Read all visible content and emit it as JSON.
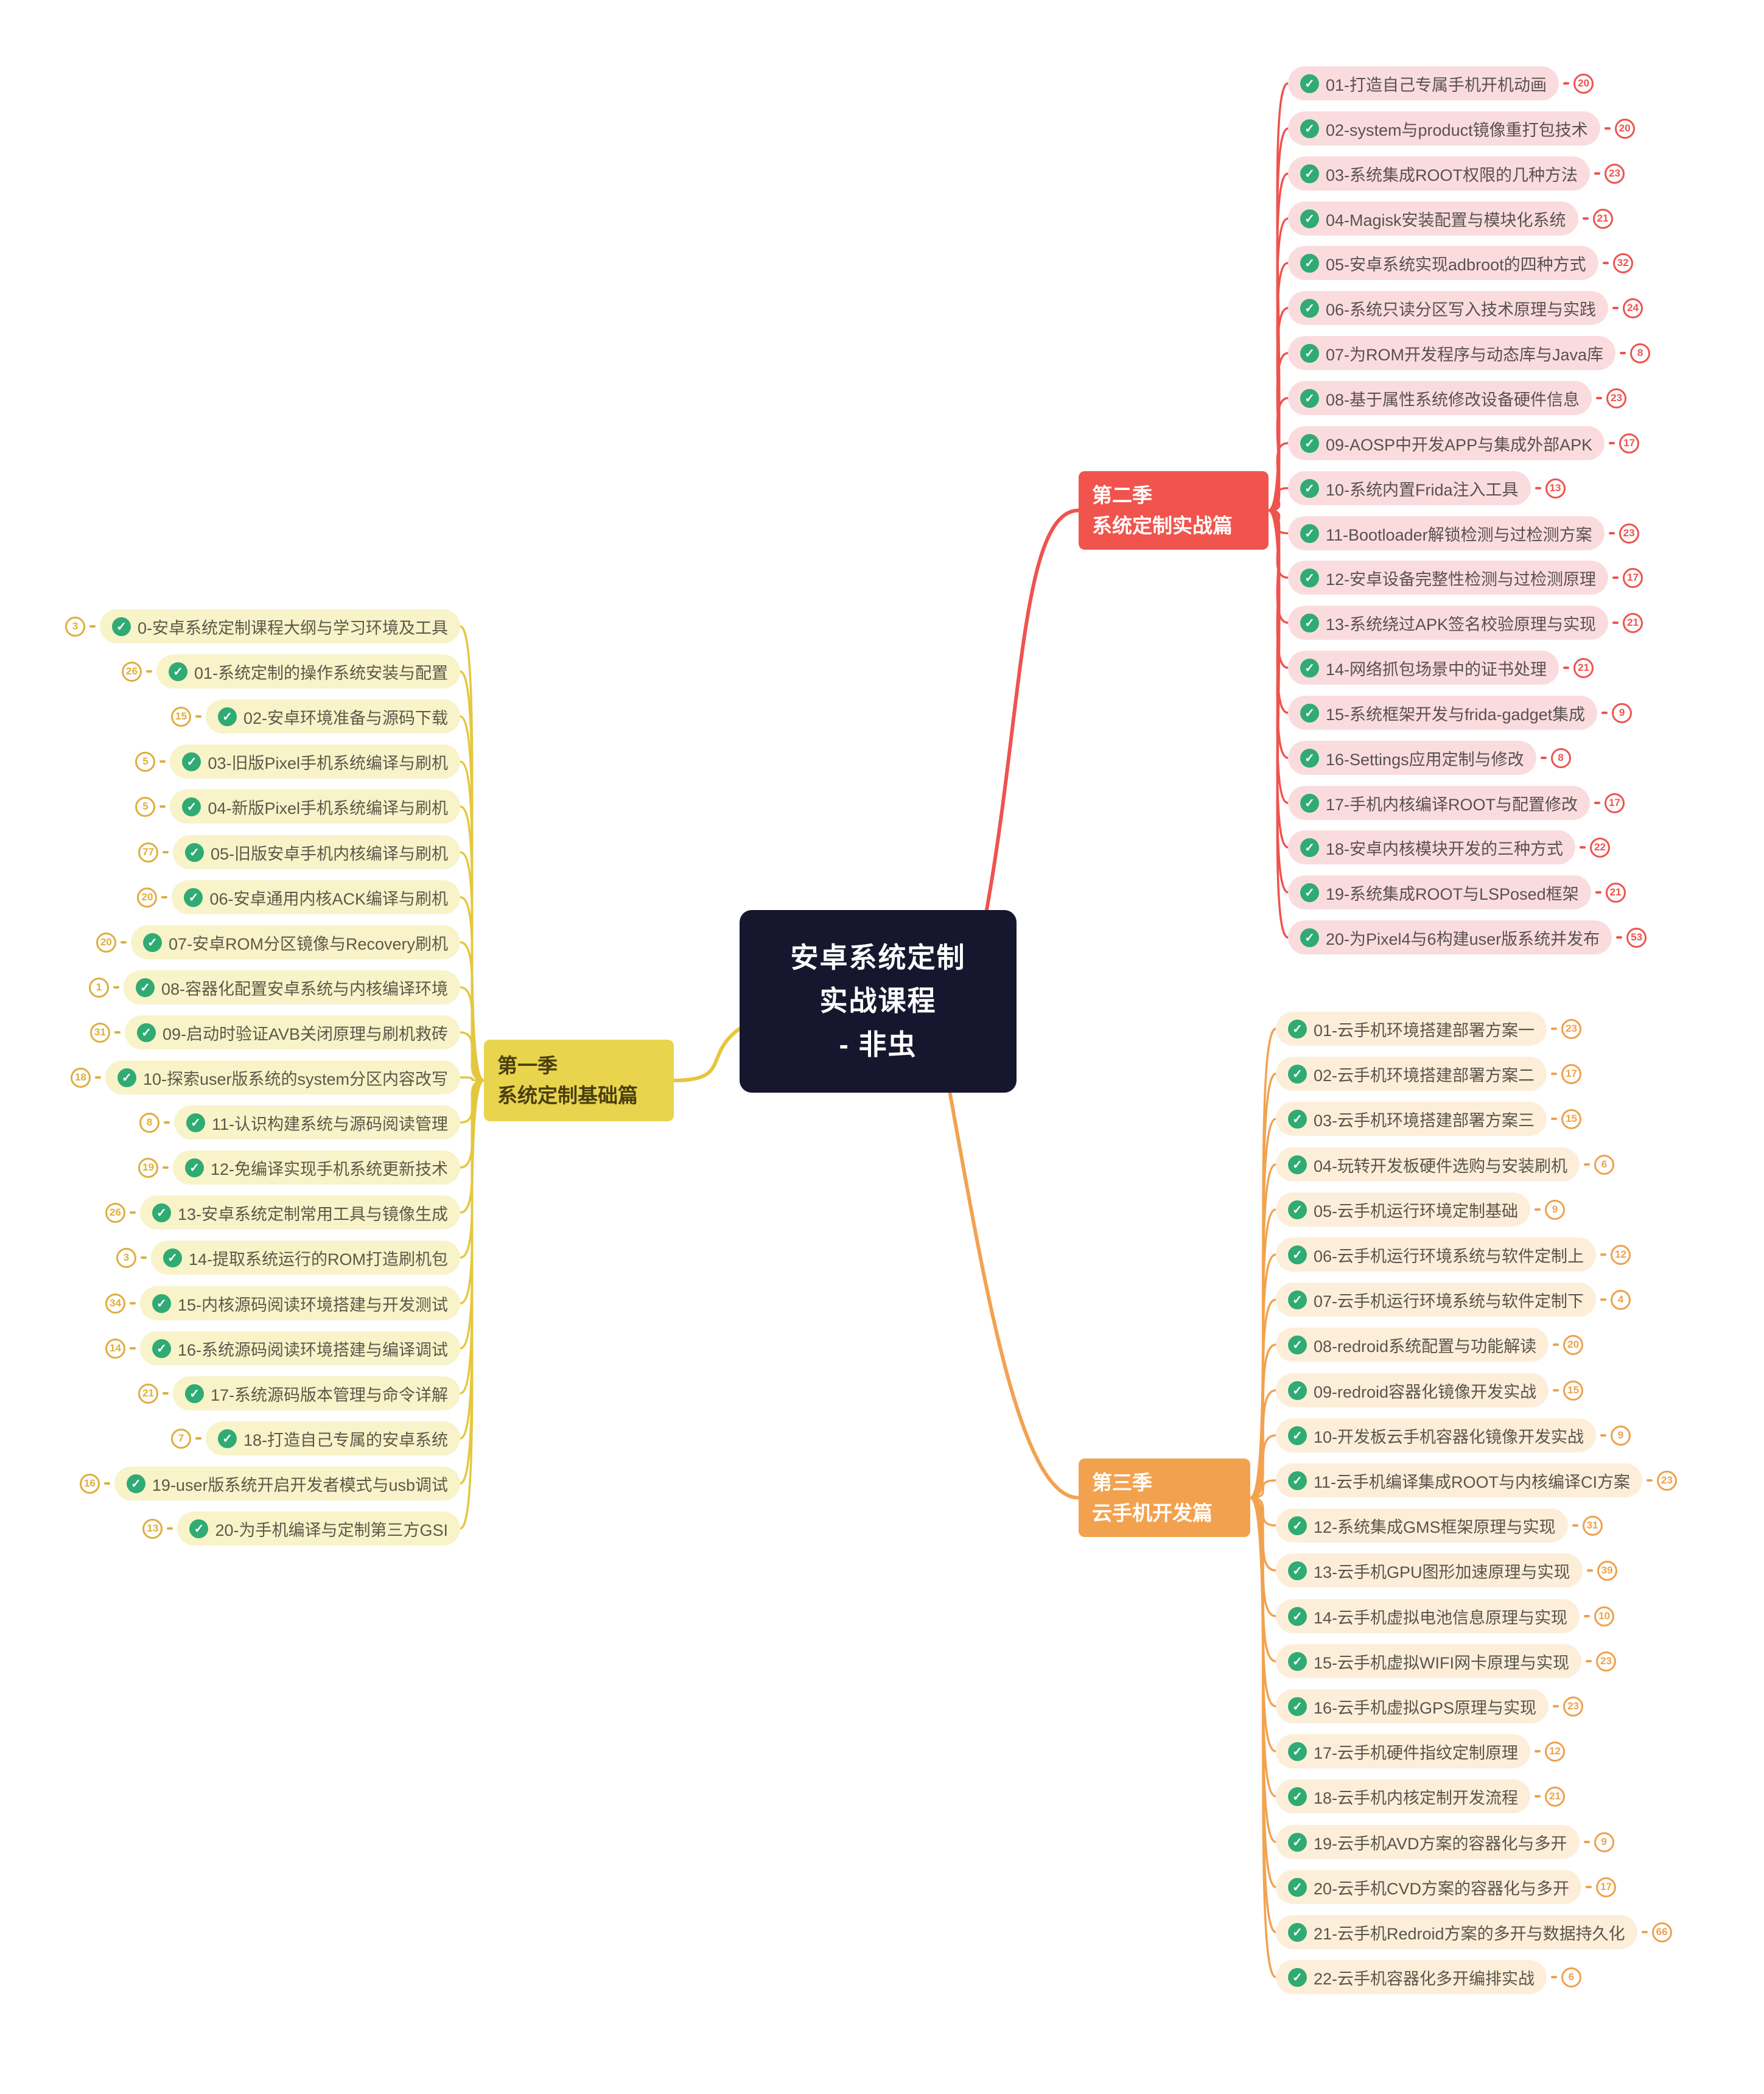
{
  "background": "#ffffff",
  "icons": {
    "check_glyph": "✓",
    "check_color": "#2fab73"
  },
  "center": {
    "title_lines": [
      "安卓系统定制",
      "实战课程",
      "- 非虫"
    ],
    "bg": "#16172e",
    "text_color": "#ffffff"
  },
  "branches": [
    {
      "id": "season1",
      "label_lines": [
        "第一季",
        "系统定制基础篇"
      ],
      "accent": "#e5c73e",
      "label_bg": "#e8d44d",
      "label_text": "#4a3f10",
      "item_bg": "#f8f3c8",
      "item_text": "#5c584a",
      "badge_color": "#dfae3c",
      "items": [
        {
          "text": "0-安卓系统定制课程大纲与学习环境及工具",
          "count": "3"
        },
        {
          "text": "01-系统定制的操作系统安装与配置",
          "count": "26"
        },
        {
          "text": "02-安卓环境准备与源码下载",
          "count": "15"
        },
        {
          "text": "03-旧版Pixel手机系统编译与刷机",
          "count": "5"
        },
        {
          "text": "04-新版Pixel手机系统编译与刷机",
          "count": "5"
        },
        {
          "text": "05-旧版安卓手机内核编译与刷机",
          "count": "77"
        },
        {
          "text": "06-安卓通用内核ACK编译与刷机",
          "count": "20"
        },
        {
          "text": "07-安卓ROM分区镜像与Recovery刷机",
          "count": "20"
        },
        {
          "text": "08-容器化配置安卓系统与内核编译环境",
          "count": "1"
        },
        {
          "text": "09-启动时验证AVB关闭原理与刷机救砖",
          "count": "31"
        },
        {
          "text": "10-探索user版系统的system分区内容改写",
          "count": "18"
        },
        {
          "text": "11-认识构建系统与源码阅读管理",
          "count": "8"
        },
        {
          "text": "12-免编译实现手机系统更新技术",
          "count": "19"
        },
        {
          "text": "13-安卓系统定制常用工具与镜像生成",
          "count": "26"
        },
        {
          "text": "14-提取系统运行的ROM打造刷机包",
          "count": "3"
        },
        {
          "text": "15-内核源码阅读环境搭建与开发测试",
          "count": "34"
        },
        {
          "text": "16-系统源码阅读环境搭建与编译调试",
          "count": "14"
        },
        {
          "text": "17-系统源码版本管理与命令详解",
          "count": "21"
        },
        {
          "text": "18-打造自己专属的安卓系统",
          "count": "7"
        },
        {
          "text": "19-user版系统开启开发者模式与usb调试",
          "count": "16"
        },
        {
          "text": "20-为手机编译与定制第三方GSI",
          "count": "13"
        }
      ]
    },
    {
      "id": "season2",
      "label_lines": [
        "第二季",
        "系统定制实战篇"
      ],
      "accent": "#ef534e",
      "label_bg": "#f0544c",
      "label_text": "#ffffff",
      "item_bg": "#fadcdf",
      "item_text": "#5a5050",
      "badge_color": "#ef534e",
      "items": [
        {
          "text": "01-打造自己专属手机开机动画",
          "count": "20"
        },
        {
          "text": "02-system与product镜像重打包技术",
          "count": "20"
        },
        {
          "text": "03-系统集成ROOT权限的几种方法",
          "count": "23"
        },
        {
          "text": "04-Magisk安装配置与模块化系统",
          "count": "21"
        },
        {
          "text": "05-安卓系统实现adbroot的四种方式",
          "count": "32"
        },
        {
          "text": "06-系统只读分区写入技术原理与实践",
          "count": "24"
        },
        {
          "text": "07-为ROM开发程序与动态库与Java库",
          "count": "8"
        },
        {
          "text": "08-基于属性系统修改设备硬件信息",
          "count": "23"
        },
        {
          "text": "09-AOSP中开发APP与集成外部APK",
          "count": "17"
        },
        {
          "text": "10-系统内置Frida注入工具",
          "count": "13"
        },
        {
          "text": "11-Bootloader解锁检测与过检测方案",
          "count": "23"
        },
        {
          "text": "12-安卓设备完整性检测与过检测原理",
          "count": "17"
        },
        {
          "text": "13-系统绕过APK签名校验原理与实现",
          "count": "21"
        },
        {
          "text": "14-网络抓包场景中的证书处理",
          "count": "21"
        },
        {
          "text": "15-系统框架开发与frida-gadget集成",
          "count": "9"
        },
        {
          "text": "16-Settings应用定制与修改",
          "count": "8"
        },
        {
          "text": "17-手机内核编译ROOT与配置修改",
          "count": "17"
        },
        {
          "text": "18-安卓内核模块开发的三种方式",
          "count": "22"
        },
        {
          "text": "19-系统集成ROOT与LSPosed框架",
          "count": "21"
        },
        {
          "text": "20-为Pixel4与6构建user版系统并发布",
          "count": "53"
        }
      ]
    },
    {
      "id": "season3",
      "label_lines": [
        "第三季",
        "云手机开发篇"
      ],
      "accent": "#f2a24f",
      "label_bg": "#f2a24f",
      "label_text": "#ffffff",
      "item_bg": "#fdeeda",
      "item_text": "#5a544a",
      "badge_color": "#f0a04b",
      "items": [
        {
          "text": "01-云手机环境搭建部署方案一",
          "count": "23"
        },
        {
          "text": "02-云手机环境搭建部署方案二",
          "count": "17"
        },
        {
          "text": "03-云手机环境搭建部署方案三",
          "count": "15"
        },
        {
          "text": "04-玩转开发板硬件选购与安装刷机",
          "count": "6"
        },
        {
          "text": "05-云手机运行环境定制基础",
          "count": "9"
        },
        {
          "text": "06-云手机运行环境系统与软件定制上",
          "count": "12"
        },
        {
          "text": "07-云手机运行环境系统与软件定制下",
          "count": "4"
        },
        {
          "text": "08-redroid系统配置与功能解读",
          "count": "20"
        },
        {
          "text": "09-redroid容器化镜像开发实战",
          "count": "15"
        },
        {
          "text": "10-开发板云手机容器化镜像开发实战",
          "count": "9"
        },
        {
          "text": "11-云手机编译集成ROOT与内核编译CI方案",
          "count": "23"
        },
        {
          "text": "12-系统集成GMS框架原理与实现",
          "count": "31"
        },
        {
          "text": "13-云手机GPU图形加速原理与实现",
          "count": "39"
        },
        {
          "text": "14-云手机虚拟电池信息原理与实现",
          "count": "10"
        },
        {
          "text": "15-云手机虚拟WIFI网卡原理与实现",
          "count": "23"
        },
        {
          "text": "16-云手机虚拟GPS原理与实现",
          "count": "23"
        },
        {
          "text": "17-云手机硬件指纹定制原理",
          "count": "12"
        },
        {
          "text": "18-云手机内核定制开发流程",
          "count": "21"
        },
        {
          "text": "19-云手机AVD方案的容器化与多开",
          "count": "9"
        },
        {
          "text": "20-云手机CVD方案的容器化与多开",
          "count": "17"
        },
        {
          "text": "21-云手机Redroid方案的多开与数据持久化",
          "count": "66"
        },
        {
          "text": "22-云手机容器化多开编排实战",
          "count": "6"
        }
      ]
    }
  ]
}
